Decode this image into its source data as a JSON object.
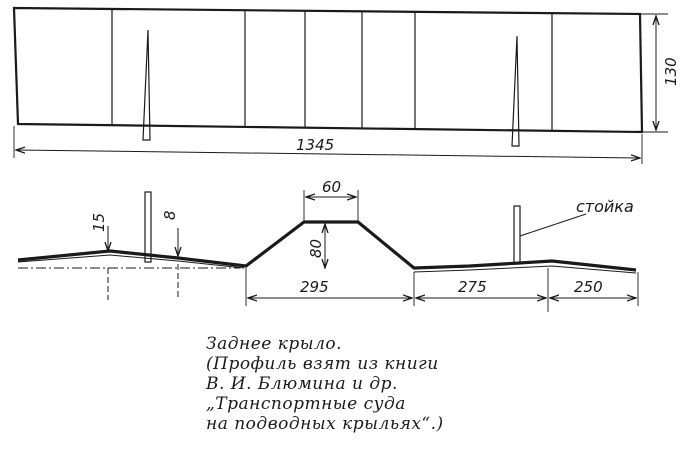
{
  "top_view": {
    "length": "1345",
    "height": "130"
  },
  "profile_view": {
    "dim_15": "15",
    "dim_8": "8",
    "dim_60": "60",
    "dim_80": "80",
    "dim_295": "295",
    "dim_275": "275",
    "dim_250": "250",
    "strut_label": "стойка"
  },
  "caption": {
    "line1": "Заднее крыло.",
    "line2": "(Профиль взят из книги",
    "line3": "В.  И. Блюмина и др.",
    "line4": "„Транспортные суда",
    "line5": "на подводных крыльях“.)"
  }
}
